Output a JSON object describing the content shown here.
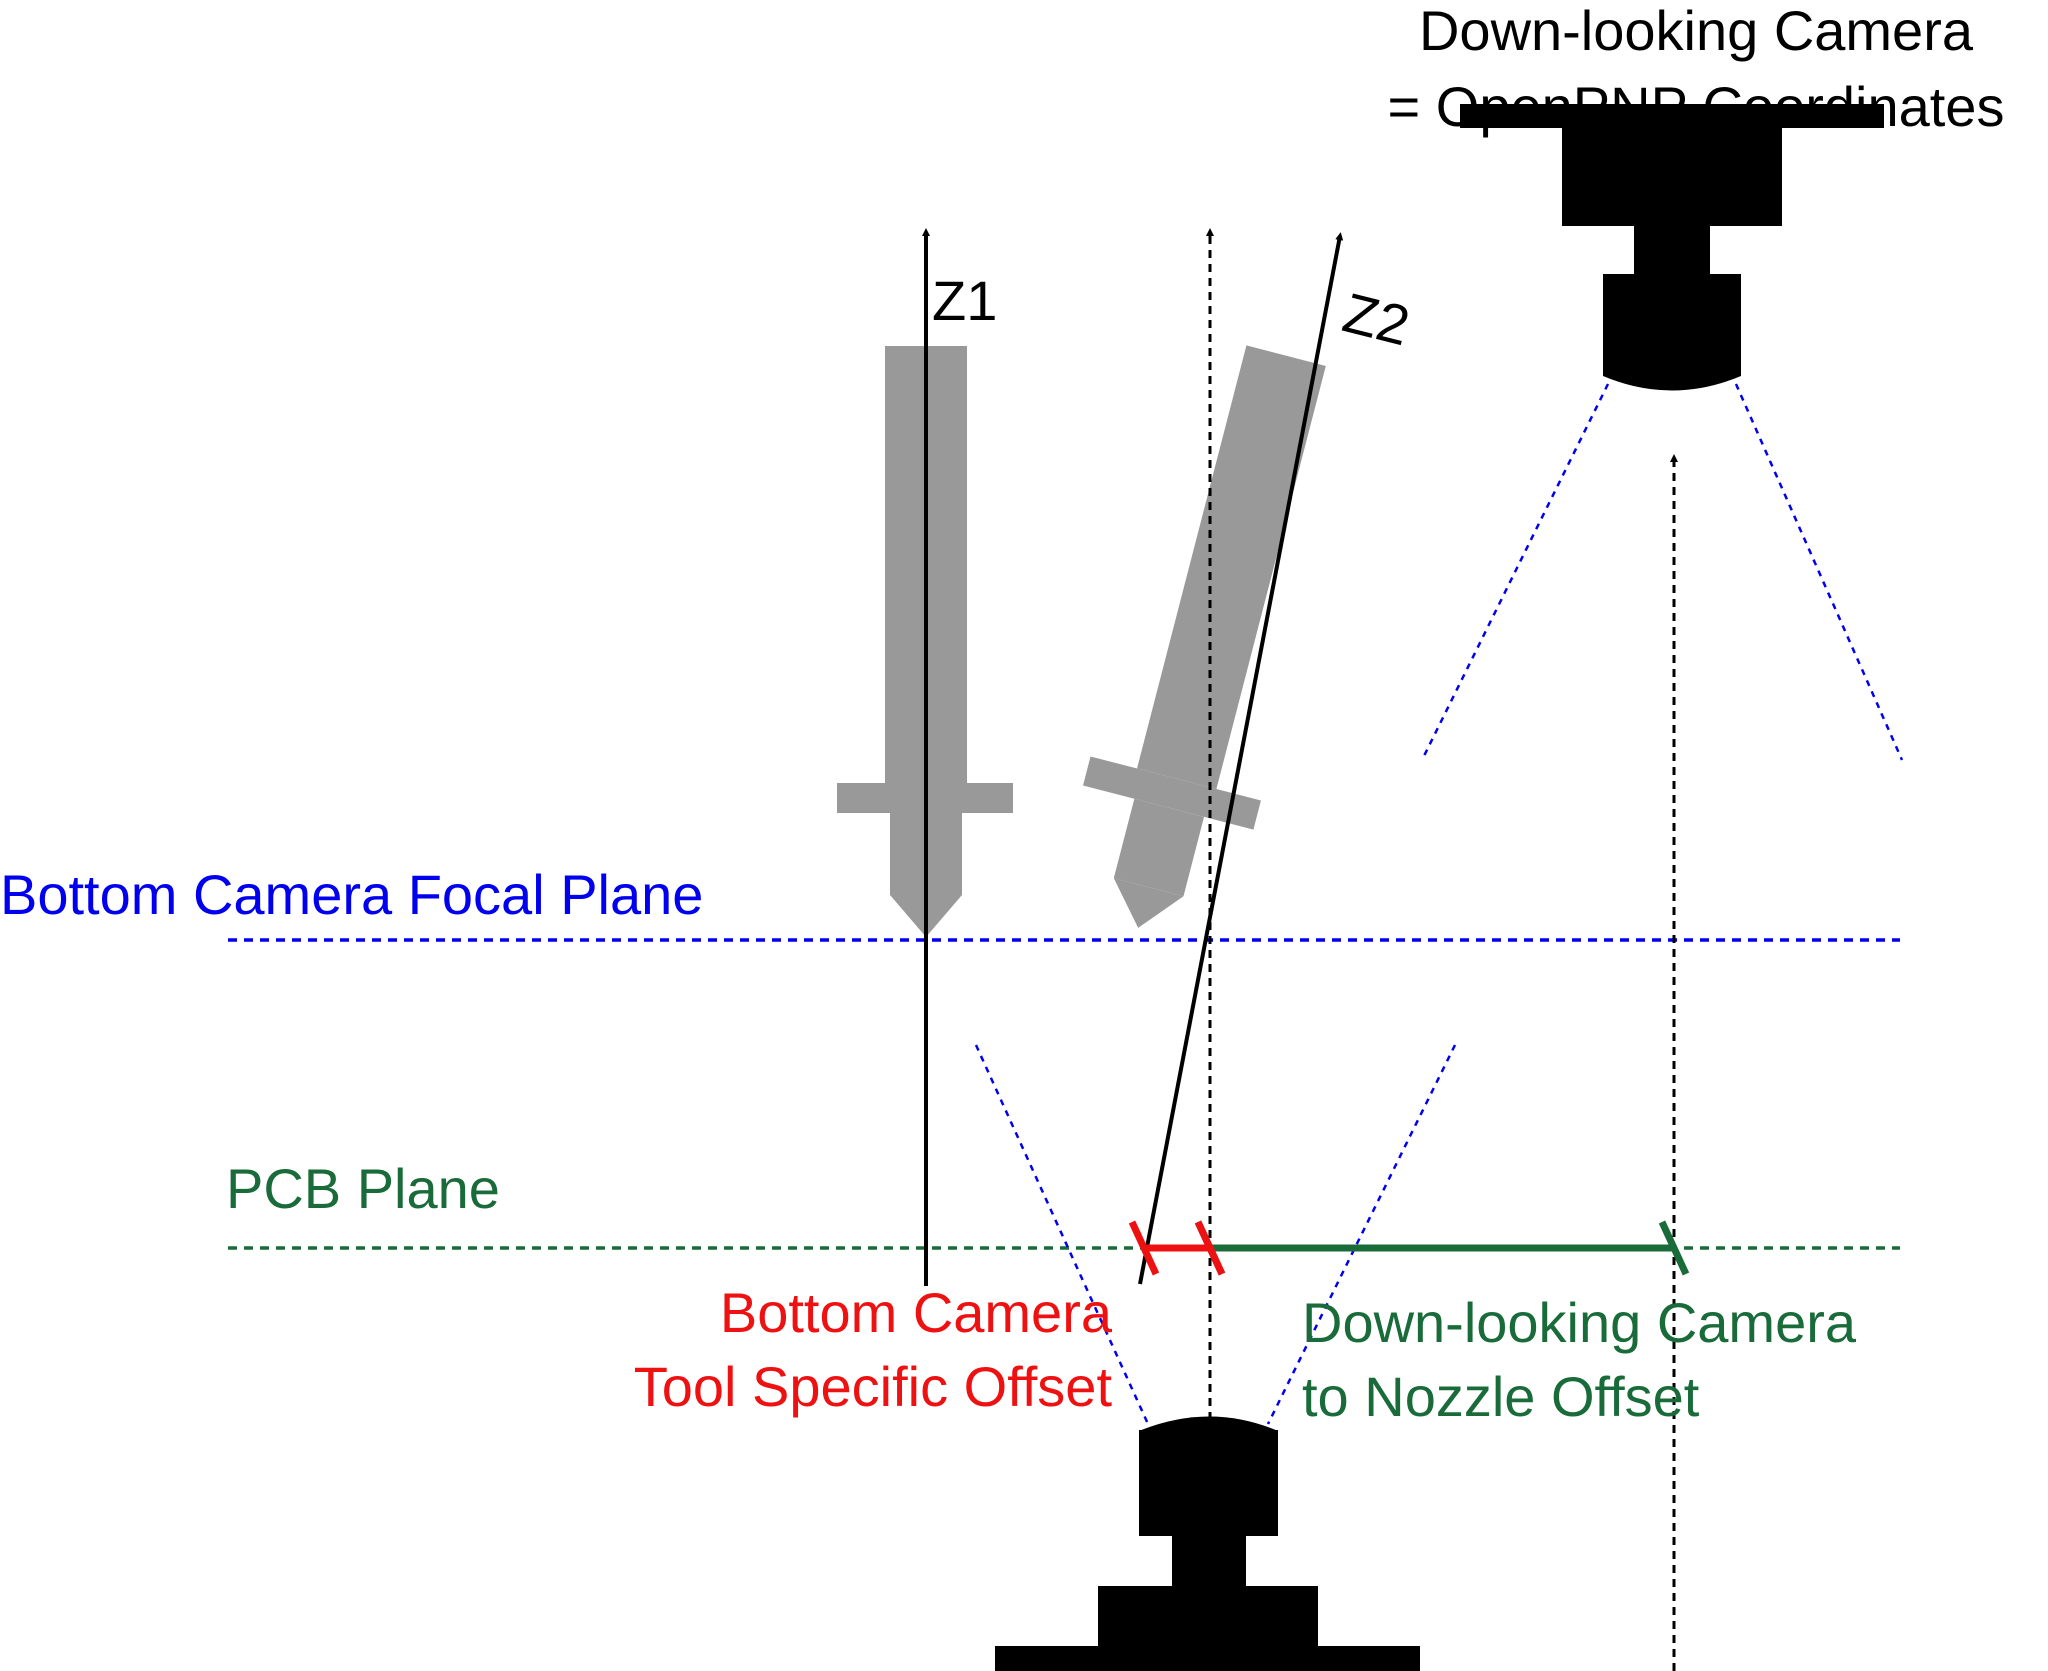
{
  "labels": {
    "downcam_line1": "Down-looking Camera",
    "downcam_line2": "= OpenPNP Coordinates",
    "z1": "Z1",
    "z2": "Z2",
    "focal_plane": "Bottom Camera Focal Plane",
    "pcb_plane": "PCB Plane",
    "bottom_offset_line1": "Bottom Camera",
    "bottom_offset_line2": "Tool Specific Offset",
    "nozzle_offset_line1": "Down-looking Camera",
    "nozzle_offset_line2": "to Nozzle Offset"
  },
  "colors": {
    "focal_plane": "#0000ee",
    "pcb_plane": "#1a6b3a",
    "tool_offset": "#ee1111",
    "nozzle_gray": "#999999",
    "camera_black": "#000000"
  },
  "icons": {
    "downcam": "down-looking-camera-icon",
    "bottomcam": "bottom-camera-icon",
    "nozzle1": "nozzle-icon",
    "nozzle2": "tilted-nozzle-icon"
  }
}
